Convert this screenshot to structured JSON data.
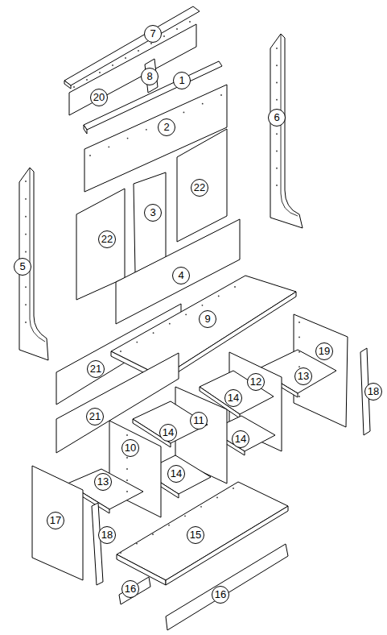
{
  "diagram": {
    "labels": [
      "7",
      "8",
      "1",
      "20",
      "2",
      "6",
      "22",
      "3",
      "22",
      "5",
      "4",
      "9",
      "21",
      "19",
      "12",
      "13",
      "18",
      "14",
      "11",
      "21",
      "14",
      "10",
      "14",
      "14",
      "13",
      "17",
      "18",
      "15",
      "16",
      "16"
    ]
  }
}
